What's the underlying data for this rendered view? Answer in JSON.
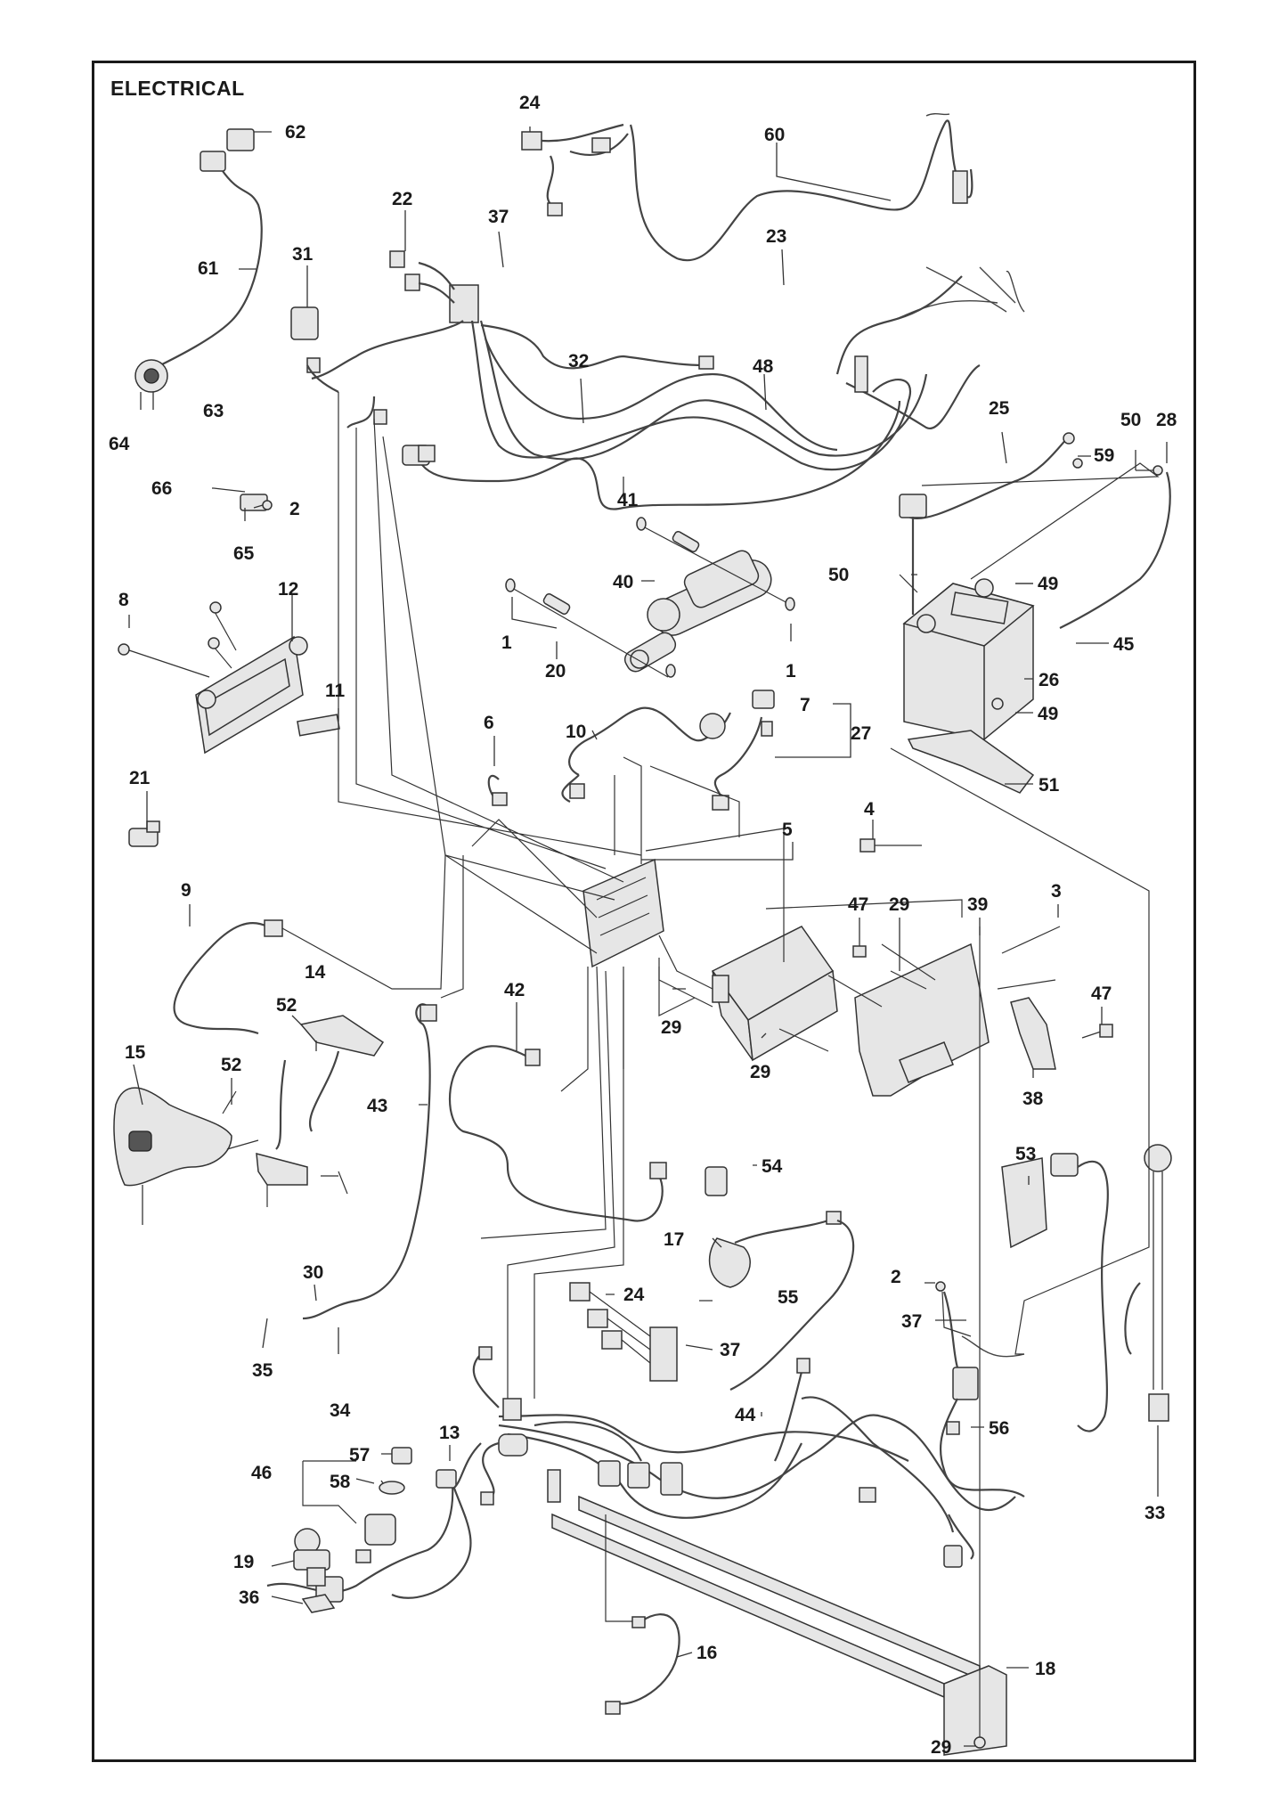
{
  "title": "ELECTRICAL",
  "callouts": [
    {
      "id": "c62",
      "label": "62"
    },
    {
      "id": "c24a",
      "label": "24"
    },
    {
      "id": "c60",
      "label": "60"
    },
    {
      "id": "c22",
      "label": "22"
    },
    {
      "id": "c37a",
      "label": "37"
    },
    {
      "id": "c31",
      "label": "31"
    },
    {
      "id": "c61",
      "label": "61"
    },
    {
      "id": "c23",
      "label": "23"
    },
    {
      "id": "c32",
      "label": "32"
    },
    {
      "id": "c48",
      "label": "48"
    },
    {
      "id": "c63",
      "label": "63"
    },
    {
      "id": "c64",
      "label": "64"
    },
    {
      "id": "c25",
      "label": "25"
    },
    {
      "id": "c50a",
      "label": "50"
    },
    {
      "id": "c28",
      "label": "28"
    },
    {
      "id": "c59",
      "label": "59"
    },
    {
      "id": "c41",
      "label": "41"
    },
    {
      "id": "c66",
      "label": "66"
    },
    {
      "id": "c2a",
      "label": "2"
    },
    {
      "id": "c65",
      "label": "65"
    },
    {
      "id": "c40",
      "label": "40"
    },
    {
      "id": "c50b",
      "label": "50"
    },
    {
      "id": "c49a",
      "label": "49"
    },
    {
      "id": "c8",
      "label": "8"
    },
    {
      "id": "c12",
      "label": "12"
    },
    {
      "id": "c1a",
      "label": "1"
    },
    {
      "id": "c20",
      "label": "20"
    },
    {
      "id": "c1b",
      "label": "1"
    },
    {
      "id": "c45",
      "label": "45"
    },
    {
      "id": "c26",
      "label": "26"
    },
    {
      "id": "c11",
      "label": "11"
    },
    {
      "id": "c49b",
      "label": "49"
    },
    {
      "id": "c6",
      "label": "6"
    },
    {
      "id": "c10",
      "label": "10"
    },
    {
      "id": "c7",
      "label": "7"
    },
    {
      "id": "c27",
      "label": "27"
    },
    {
      "id": "c51",
      "label": "51"
    },
    {
      "id": "c21",
      "label": "21"
    },
    {
      "id": "c4",
      "label": "4"
    },
    {
      "id": "c5",
      "label": "5"
    },
    {
      "id": "c9",
      "label": "9"
    },
    {
      "id": "c47a",
      "label": "47"
    },
    {
      "id": "c29a",
      "label": "29"
    },
    {
      "id": "c39",
      "label": "39"
    },
    {
      "id": "c3",
      "label": "3"
    },
    {
      "id": "c14",
      "label": "14"
    },
    {
      "id": "c47b",
      "label": "47"
    },
    {
      "id": "c52a",
      "label": "52"
    },
    {
      "id": "c42",
      "label": "42"
    },
    {
      "id": "c29b",
      "label": "29"
    },
    {
      "id": "c15",
      "label": "15"
    },
    {
      "id": "c52b",
      "label": "52"
    },
    {
      "id": "c29c",
      "label": "29"
    },
    {
      "id": "c38",
      "label": "38"
    },
    {
      "id": "c43",
      "label": "43"
    },
    {
      "id": "c53",
      "label": "53"
    },
    {
      "id": "c54",
      "label": "54"
    },
    {
      "id": "c17",
      "label": "17"
    },
    {
      "id": "c30",
      "label": "30"
    },
    {
      "id": "c24b",
      "label": "24"
    },
    {
      "id": "c55",
      "label": "55"
    },
    {
      "id": "c2b",
      "label": "2"
    },
    {
      "id": "c35",
      "label": "35"
    },
    {
      "id": "c37b",
      "label": "37"
    },
    {
      "id": "c37c",
      "label": "37"
    },
    {
      "id": "c34",
      "label": "34"
    },
    {
      "id": "c13",
      "label": "13"
    },
    {
      "id": "c44",
      "label": "44"
    },
    {
      "id": "c56",
      "label": "56"
    },
    {
      "id": "c57",
      "label": "57"
    },
    {
      "id": "c46",
      "label": "46"
    },
    {
      "id": "c58",
      "label": "58"
    },
    {
      "id": "c33",
      "label": "33"
    },
    {
      "id": "c19",
      "label": "19"
    },
    {
      "id": "c36",
      "label": "36"
    },
    {
      "id": "c16",
      "label": "16"
    },
    {
      "id": "c18",
      "label": "18"
    },
    {
      "id": "c29d",
      "label": "29"
    }
  ]
}
